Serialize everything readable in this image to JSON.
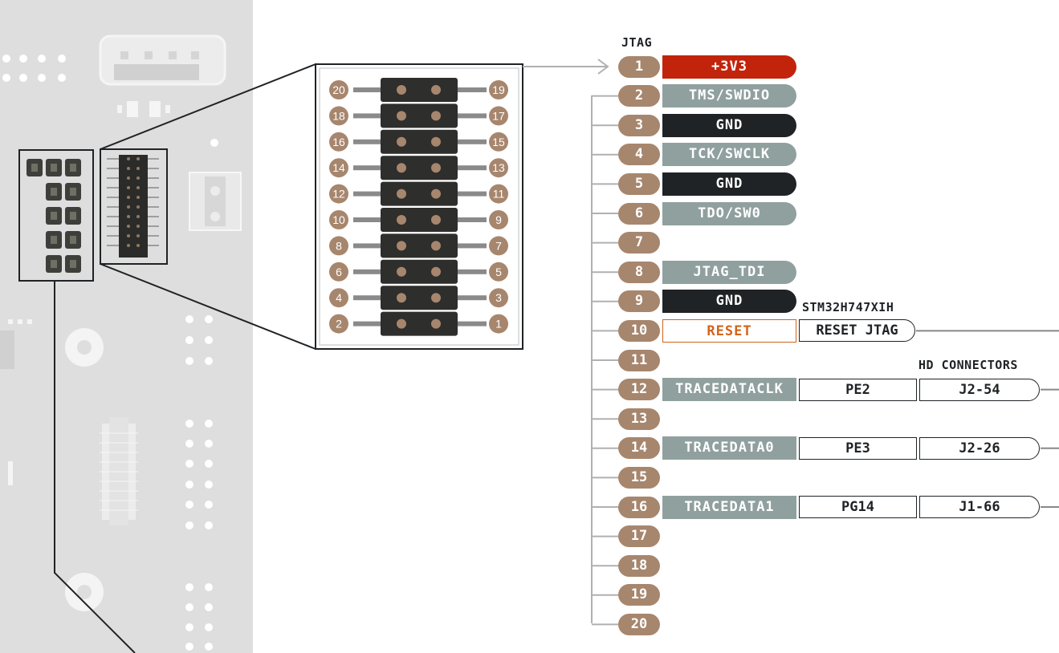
{
  "headings": {
    "jtag": "JTAG",
    "mcu": "STM32H747XIH",
    "hd": "HD CONNECTORS"
  },
  "pins": [
    {
      "num": "1",
      "signal": "+3V3",
      "kind": "vcc"
    },
    {
      "num": "2",
      "signal": "TMS/SWDIO",
      "kind": "io"
    },
    {
      "num": "3",
      "signal": "GND",
      "kind": "gnd"
    },
    {
      "num": "4",
      "signal": "TCK/SWCLK",
      "kind": "io"
    },
    {
      "num": "5",
      "signal": "GND",
      "kind": "gnd"
    },
    {
      "num": "6",
      "signal": "TDO/SW0",
      "kind": "io"
    },
    {
      "num": "7",
      "signal": "",
      "kind": "none"
    },
    {
      "num": "8",
      "signal": "JTAG_TDI",
      "kind": "io"
    },
    {
      "num": "9",
      "signal": "GND",
      "kind": "gnd"
    },
    {
      "num": "10",
      "signal": "RESET",
      "kind": "reset",
      "mcu": "RESET JTAG"
    },
    {
      "num": "11",
      "signal": "",
      "kind": "none"
    },
    {
      "num": "12",
      "signal": "TRACEDATACLK",
      "kind": "io-flat",
      "mcu": "PE2",
      "hd": "J2-54"
    },
    {
      "num": "13",
      "signal": "",
      "kind": "none"
    },
    {
      "num": "14",
      "signal": "TRACEDATA0",
      "kind": "io-flat",
      "mcu": "PE3",
      "hd": "J2-26"
    },
    {
      "num": "15",
      "signal": "",
      "kind": "none"
    },
    {
      "num": "16",
      "signal": "TRACEDATA1",
      "kind": "io-flat",
      "mcu": "PG14",
      "hd": "J1-66"
    },
    {
      "num": "17",
      "signal": "",
      "kind": "none"
    },
    {
      "num": "18",
      "signal": "",
      "kind": "none"
    },
    {
      "num": "19",
      "signal": "",
      "kind": "none"
    },
    {
      "num": "20",
      "signal": "",
      "kind": "none"
    }
  ],
  "header_left_labels": [
    "20",
    "18",
    "16",
    "14",
    "12",
    "10",
    "8",
    "6",
    "4",
    "2"
  ],
  "header_right_labels": [
    "19",
    "17",
    "15",
    "13",
    "11",
    "9",
    "7",
    "5",
    "3",
    "1"
  ],
  "colors": {
    "pin_badge": "#a7866e",
    "vcc": "#c2240b",
    "gnd": "#1f2326",
    "io": "#90a09f",
    "reset": "#d4621b",
    "board": "#dedede"
  }
}
